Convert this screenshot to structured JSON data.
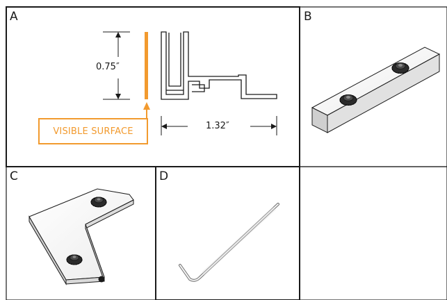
{
  "panels": {
    "a": {
      "label": "A"
    },
    "b": {
      "label": "B"
    },
    "c": {
      "label": "C"
    },
    "d": {
      "label": "D"
    }
  },
  "dimensions": {
    "height": "0.75″",
    "width": "1.32″"
  },
  "callout": {
    "text": "VISIBLE SURFACE"
  },
  "colors": {
    "accent": "#f29a2e",
    "line": "#1a1a1a"
  }
}
